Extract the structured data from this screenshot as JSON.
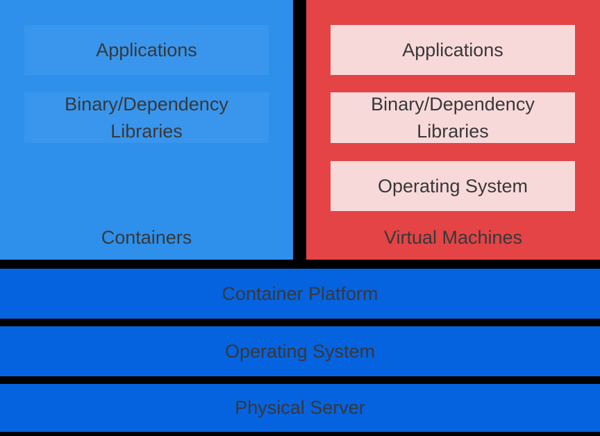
{
  "panels": {
    "containers": {
      "label": "Containers",
      "boxes": [
        {
          "label": "Applications",
          "lines": [
            "Applications"
          ]
        },
        {
          "label": "Binary/Dependency Libraries",
          "lines": [
            "Binary/Dependency",
            "Libraries"
          ]
        }
      ]
    },
    "virtual_machines": {
      "label": "Virtual Machines",
      "boxes": [
        {
          "label": "Applications",
          "lines": [
            "Applications"
          ]
        },
        {
          "label": "Binary/Dependency Libraries",
          "lines": [
            "Binary/Dependency",
            "Libraries"
          ]
        },
        {
          "label": "Operating System",
          "lines": [
            "Operating System"
          ]
        }
      ]
    }
  },
  "base_layers": [
    {
      "label": "Container Platform"
    },
    {
      "label": "Operating System"
    },
    {
      "label": "Physical Server"
    }
  ],
  "colors": {
    "background": "#000000",
    "containers_panel": "#2E90EB",
    "containers_inner_box": "rgba(255,255,255,0.055)",
    "vm_panel": "#E44445",
    "vm_inner_box": "#F8D9DA",
    "base_bar": "#0563DF",
    "label_text": "#38383A"
  }
}
